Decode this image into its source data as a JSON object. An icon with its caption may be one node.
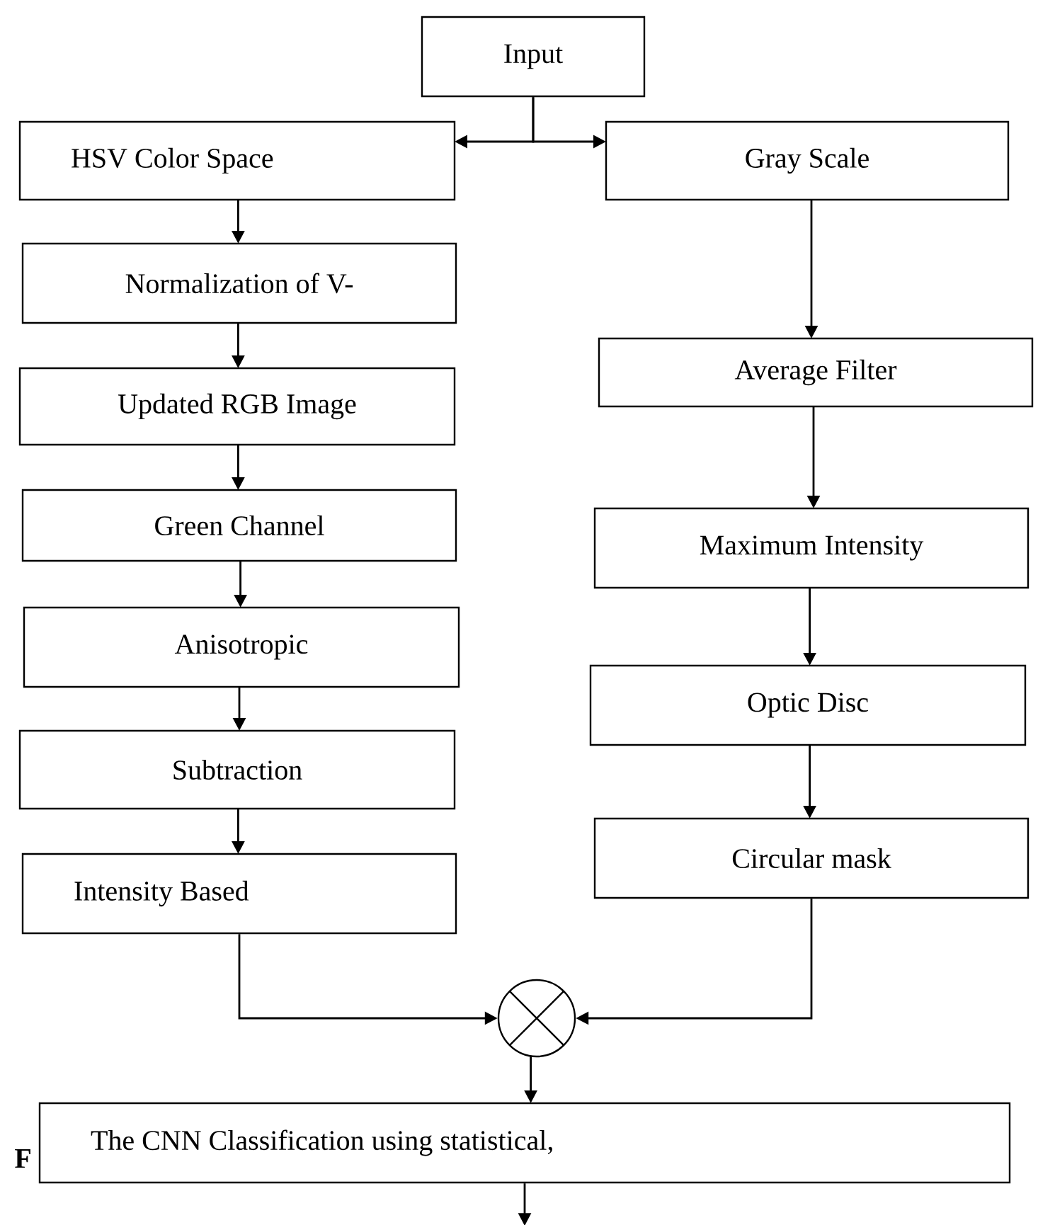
{
  "diagram": {
    "nodes": [
      {
        "text": [
          "Input"
        ]
      },
      {
        "text": [
          "HSV Color Space"
        ]
      },
      {
        "text": [
          "Normalization of V-"
        ]
      },
      {
        "text": [
          "Updated RGB Image"
        ]
      },
      {
        "text": [
          "Green Channel"
        ]
      },
      {
        "text": [
          "Anisotropic"
        ]
      },
      {
        "text": [
          "Subtraction"
        ]
      },
      {
        "text": [
          "Intensity Based"
        ]
      },
      {
        "text": [
          "Gray Scale"
        ]
      },
      {
        "text": [
          "Average Filter"
        ]
      },
      {
        "text": [
          "Maximum Intensity"
        ]
      },
      {
        "text": [
          "Optic Disc"
        ]
      },
      {
        "text": [
          "Circular mask"
        ]
      },
      {
        "text": [],
        "shape": "circle"
      },
      {
        "text": [
          "The CNN Classification using statistical,"
        ]
      }
    ],
    "edges": [
      {
        "from": 0,
        "to": 1,
        "arrow": "to"
      },
      {
        "from": 0,
        "to": 8,
        "arrow": "to"
      },
      {
        "from": 1,
        "to": 2,
        "arrow": "to"
      },
      {
        "from": 2,
        "to": 3,
        "arrow": "to"
      },
      {
        "from": 3,
        "to": 4,
        "arrow": "to"
      },
      {
        "from": 4,
        "to": 5,
        "arrow": "to"
      },
      {
        "from": 5,
        "to": 6,
        "arrow": "to"
      },
      {
        "from": 6,
        "to": 7,
        "arrow": "to"
      },
      {
        "from": 8,
        "to": 9,
        "arrow": "to"
      },
      {
        "from": 9,
        "to": 10,
        "arrow": "to"
      },
      {
        "from": 10,
        "to": 11,
        "arrow": "to"
      },
      {
        "from": 11,
        "to": 12,
        "arrow": "to"
      },
      {
        "from": 7,
        "to": 13,
        "arrow": "to"
      },
      {
        "from": 12,
        "to": 13,
        "arrow": "to"
      },
      {
        "from": 13,
        "to": 14,
        "arrow": "to"
      },
      {
        "from": 14,
        "to": null,
        "arrow": "to"
      }
    ],
    "labels": [
      "F"
    ]
  }
}
